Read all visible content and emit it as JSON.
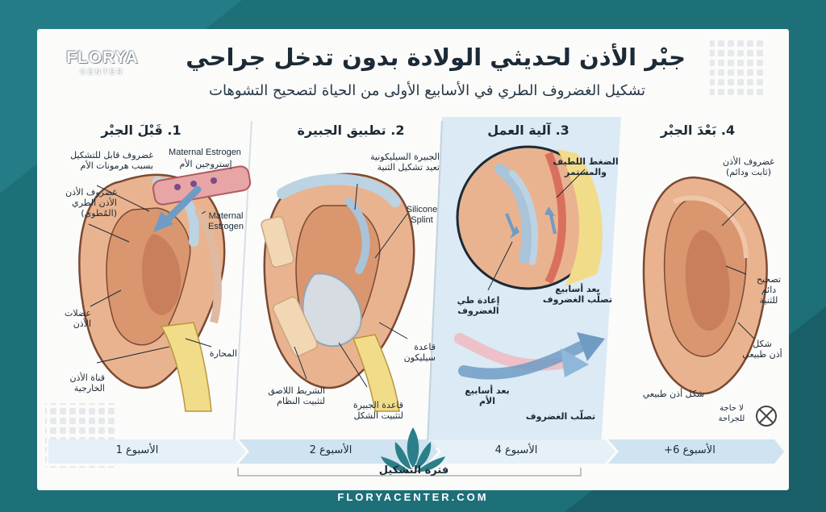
{
  "title": "جبْر الأذن لحديثي الولادة بدون تدخل جراحي",
  "subtitle": "تشكيل الغضروف الطري في الأسابيع الأولى من الحياة لتصحيح التشوهات",
  "logo": {
    "name": "FLORYA",
    "sub": "CENTER"
  },
  "footer_url": "FLORYACENTER.COM",
  "shaping_period": "فترة التشكيل",
  "colors": {
    "frame": "#1d6f78",
    "card": "#fbfbfa",
    "skin": "#eab38f",
    "skin_dark": "#c97f5c",
    "cartilage": "#bcd3e4",
    "arrow": "#6f9cc4",
    "timeline": "#cfe3f0"
  },
  "phases": [
    {
      "title": "1. قَبْلَ الجبْر",
      "week": "الأسبوع 1",
      "labels": {
        "cartilage_hormones": [
          "غضروف قابل للتشكيل",
          "بسبب هرمونات الأم"
        ],
        "maternal_estrogen_en": [
          "Maternal Estrogen"
        ],
        "maternal_estrogen_ar": [
          "إستروجين الأم"
        ],
        "soft_cartilage": [
          "غضروف الأذن",
          "الأذن الطري",
          "(المُطوى)"
        ],
        "maternal_estrogen_en2": [
          "Maternal",
          "Estrogen"
        ],
        "ear_muscles": [
          "عضلات",
          "الأذن"
        ],
        "concha": [
          "المحارة"
        ],
        "ear_canal": [
          "قناة الأذن",
          "الخارجية"
        ]
      }
    },
    {
      "title": "2. تطبيق الجبيرة",
      "week": "الأسبوع 2",
      "labels": {
        "silicone_splint_ar": [
          "الجبيرة السيليكونية",
          "تعيد تشكيل الثنية"
        ],
        "silicone_splint_en": [
          "Silicone",
          "Splint"
        ],
        "silicone_base": [
          "قاعدة",
          "سيليكون"
        ],
        "tape": [
          "الشريط اللاصق",
          "لتثبيت النظام"
        ],
        "splint_base": [
          "قاعدة الجبيرة",
          "لتثبيت الشكل"
        ]
      }
    },
    {
      "title": "3. آلية العمل",
      "week": "الأسبوع 4",
      "labels": {
        "gentle_pressure": [
          "الضغط اللطيف",
          "والمستمر"
        ],
        "refolding": [
          "إعادة طي",
          "الغضروف"
        ],
        "hardening_weeks": [
          "بعد أسابيع",
          "تصلّب الغضروف"
        ],
        "after_weeks_mother": [
          "بعد أسابيع",
          "الأم"
        ],
        "hardening": [
          "تصلّب الغضروف"
        ]
      }
    },
    {
      "title": "4. بَعْدَ الجبْر",
      "week": "الأسبوع 6+",
      "labels": {
        "stable_cartilage": [
          "غضروف الأذن",
          "(ثابت ودائم)"
        ],
        "permanent_fix": [
          "تصحيح",
          "دائم",
          "للثنية"
        ],
        "natural_shape": [
          "شكل",
          "أذن طبيعي"
        ],
        "natural_shape2": [
          "شكل أذن طبيعي"
        ],
        "no_surgery": [
          "لا حاجة",
          "للجراحة"
        ]
      }
    }
  ]
}
